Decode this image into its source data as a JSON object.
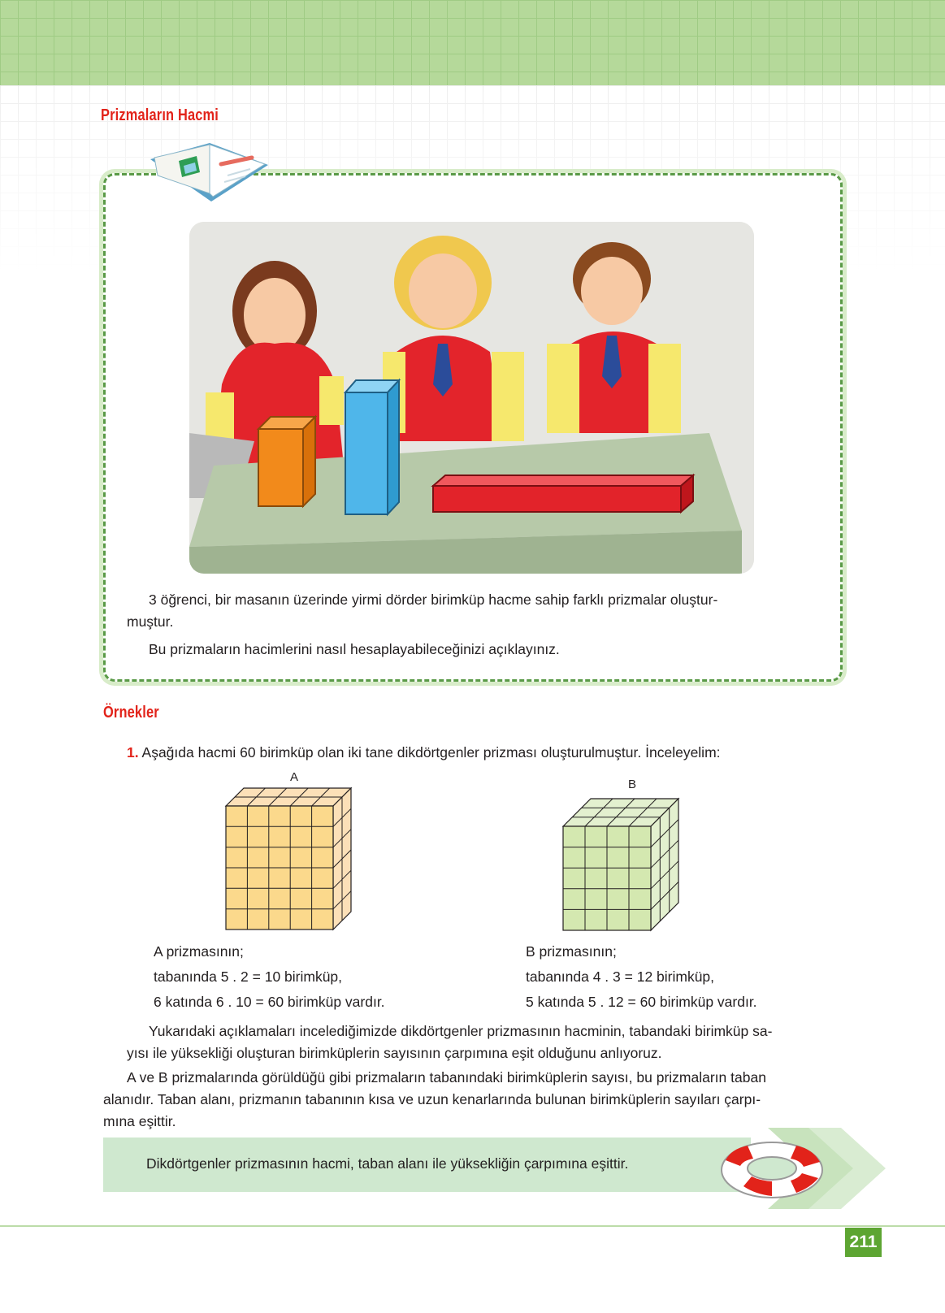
{
  "header": {
    "section_title": "Prizmaların Hacmi"
  },
  "activity": {
    "paragraph1": "3 öğrenci, bir masanın üzerinde yirmi dörder birimküp hacme sahip farklı prizmalar oluştur-",
    "paragraph1_cont": "muştur.",
    "paragraph2": "Bu prizmaların hacimlerini nasıl hesaplayabileceğinizi açıklayınız."
  },
  "examples": {
    "title": "Örnekler",
    "item_number": "1.",
    "item_text": "Aşağıda hacmi 60 birimküp olan iki tane dikdörtgenler prizması oluşturulmuştur. İnceleyelim:",
    "prism_a": {
      "label": "A",
      "line1": "A prizmasının;",
      "line2": "tabanında 5 . 2 = 10 birimküp,",
      "line3": "6 katında 6 . 10 = 60 birimküp vardır."
    },
    "prism_b": {
      "label": "B",
      "line1": "B prizmasının;",
      "line2": "tabanında 4 . 3 = 12 birimküp,",
      "line3": "5 katında 5 . 12 = 60 birimküp vardır."
    },
    "para1_l1": "Yukarıdaki açıklamaları incelediğimizde dikdörtgenler prizmasının hacminin, tabandaki birimküp sa-",
    "para1_l2": "yısı ile yüksekliği oluşturan birimküplerin sayısının çarpımına eşit olduğunu anlıyoruz.",
    "para2_l1": "A ve B prizmalarında görüldüğü gibi prizmaların tabanındaki birimküplerin sayısı, bu prizmaların taban",
    "para2_l2": "alanıdır. Taban alanı, prizmanın tabanının kısa ve uzun kenarlarında bulunan birimküplerin sayıları çarpı-",
    "para2_l3": "mına eşittir."
  },
  "rule_box": {
    "text": "Dikdörtgenler prizmasının hacmi, taban alanı ile yüksekliğin çarpımına eşittir."
  },
  "footer": {
    "page_number": "211"
  },
  "colors": {
    "title_red": "#e2231a",
    "brand_green": "#5da532",
    "prism_a_fill": "#fbd98c",
    "prism_b_fill": "#d4e8b0"
  }
}
